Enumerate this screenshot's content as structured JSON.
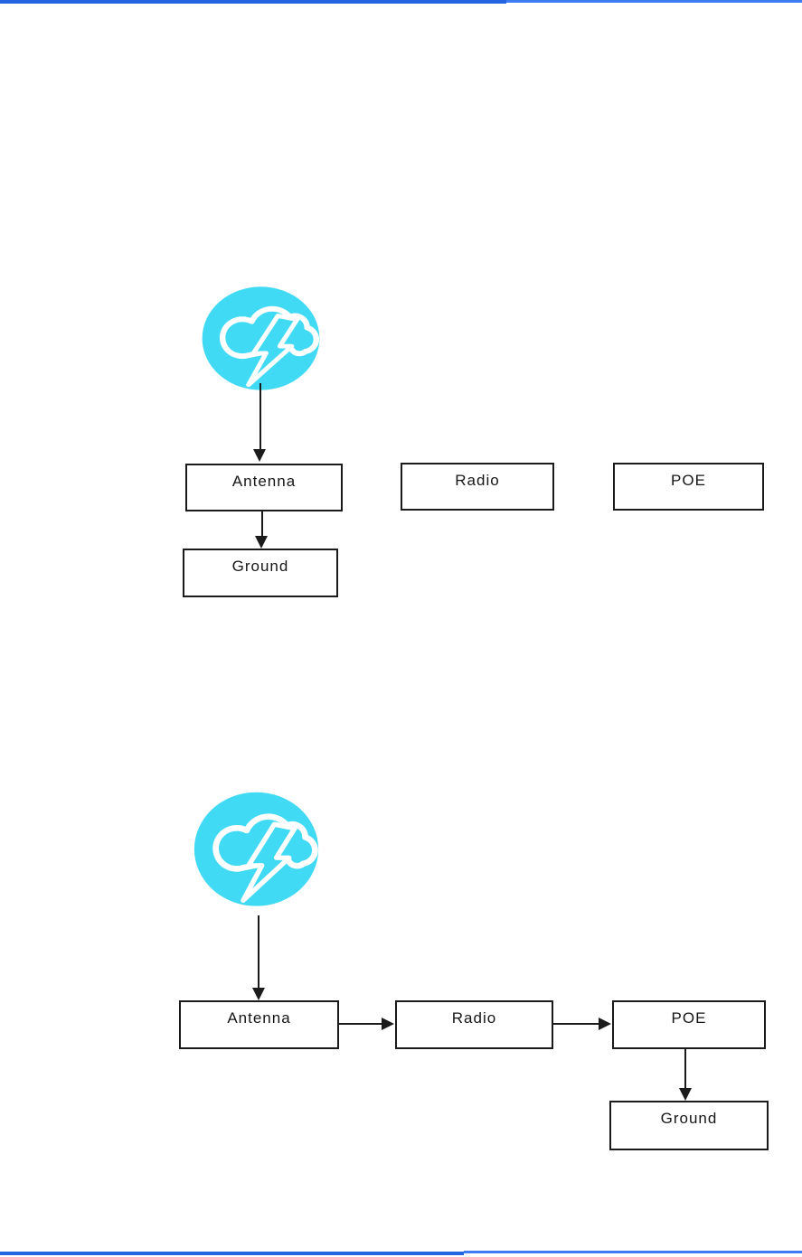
{
  "header": {
    "rule_color_left": "#2264E2",
    "rule_color_right": "#3C7DF2"
  },
  "footer": {
    "rule_color_left": "#2264E2",
    "rule_color_right": "#3C7DF2"
  },
  "icons": {
    "storm": {
      "name": "storm-cloud-lightning",
      "fill_color": "#40DAF5",
      "glyph_color": "#FFFFFF"
    }
  },
  "diagram_top": {
    "description": "lightning strikes antenna, only antenna grounded; radio and poe unconnected",
    "nodes": {
      "antenna": "Antenna",
      "radio": "Radio",
      "poe": "POE",
      "ground": "Ground"
    }
  },
  "diagram_bottom": {
    "description": "lightning strikes antenna, chain antenna to radio to poe to ground",
    "nodes": {
      "antenna": "Antenna",
      "radio": "Radio",
      "poe": "POE",
      "ground": "Ground"
    }
  },
  "colors": {
    "connector_black": "#1B1B1B",
    "box_border": "#1B1B1B",
    "background": "#FFFFFF"
  }
}
